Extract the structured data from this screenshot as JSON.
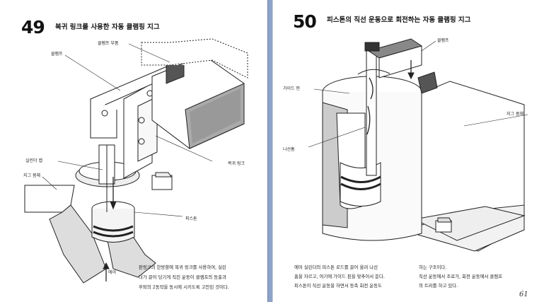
{
  "left_page": {
    "number": "49",
    "title": "복귀 링크를 사용한 자동 클램핑 지그",
    "labels": {
      "clamp_part": "클램프 부품",
      "clamp": "클램프",
      "cylinder_cap": "실린더 캡",
      "jig_body": "지그 몸체",
      "return_link": "복귀 링크",
      "piston": "피스톤",
      "air": "에어"
    },
    "body_lines": [
      "판링크의 한방향에 복귀 링크를 사용하여, 실린",
      "더가 끌어 당기게 직진 운동이 클램프의 동출과",
      "후퇴의 2동작을 동시에 시키도록 고안된 것이다."
    ]
  },
  "right_page": {
    "number": "50",
    "title": "피스톤의 직선 운동으로 회전하는 자동 클램핑 지그",
    "labels": {
      "clamp": "클램프",
      "guide_pin": "가이드 핀",
      "jig_body": "지그 몸체",
      "spiral_groove": "나선홈"
    },
    "body_col1": [
      "에어 실린더의 피스톤 로드를 끌어 올려 나선",
      "홈을 자르고, 여기에 가이드 핀을 맞추어서 둔다.",
      "피스톤이 직선 운동을 하면서 동축 회전 운동도"
    ],
    "body_col2": [
      "하는 구조이다.",
      "직선 운동에서 조료가, 회전 운동에서   클램프",
      "의 트러를 하고 있다."
    ],
    "page_number": "61"
  }
}
